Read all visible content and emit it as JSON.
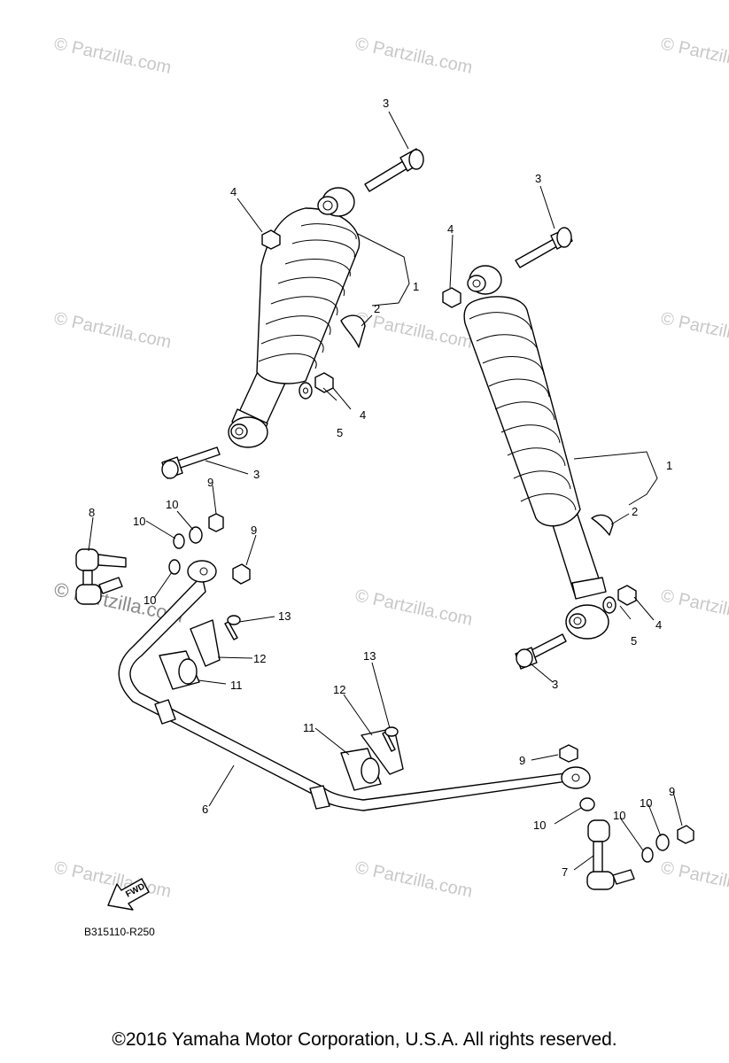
{
  "watermark": "© Partzilla.com",
  "callouts": {
    "c1_a": "1",
    "c1_b": "1",
    "c2_a": "2",
    "c2_b": "2",
    "c3_a": "3",
    "c3_b": "3",
    "c3_c": "3",
    "c3_d": "3",
    "c4_a": "4",
    "c4_b": "4",
    "c4_c": "4",
    "c4_d": "4",
    "c5_a": "5",
    "c5_b": "5",
    "c6": "6",
    "c7": "7",
    "c8": "8",
    "c9_a": "9",
    "c9_b": "9",
    "c9_c": "9",
    "c9_d": "9",
    "c10_a": "10",
    "c10_b": "10",
    "c10_c": "10",
    "c10_d": "10",
    "c10_e": "10",
    "c10_f": "10",
    "c11_a": "11",
    "c11_b": "11",
    "c12_a": "12",
    "c12_b": "12",
    "c13_a": "13",
    "c13_b": "13"
  },
  "fwd_label": "FWD",
  "diagram_code": "B315110-R250",
  "copyright": "©2016  Yamaha Motor Corporation, U.S.A. All rights reserved."
}
